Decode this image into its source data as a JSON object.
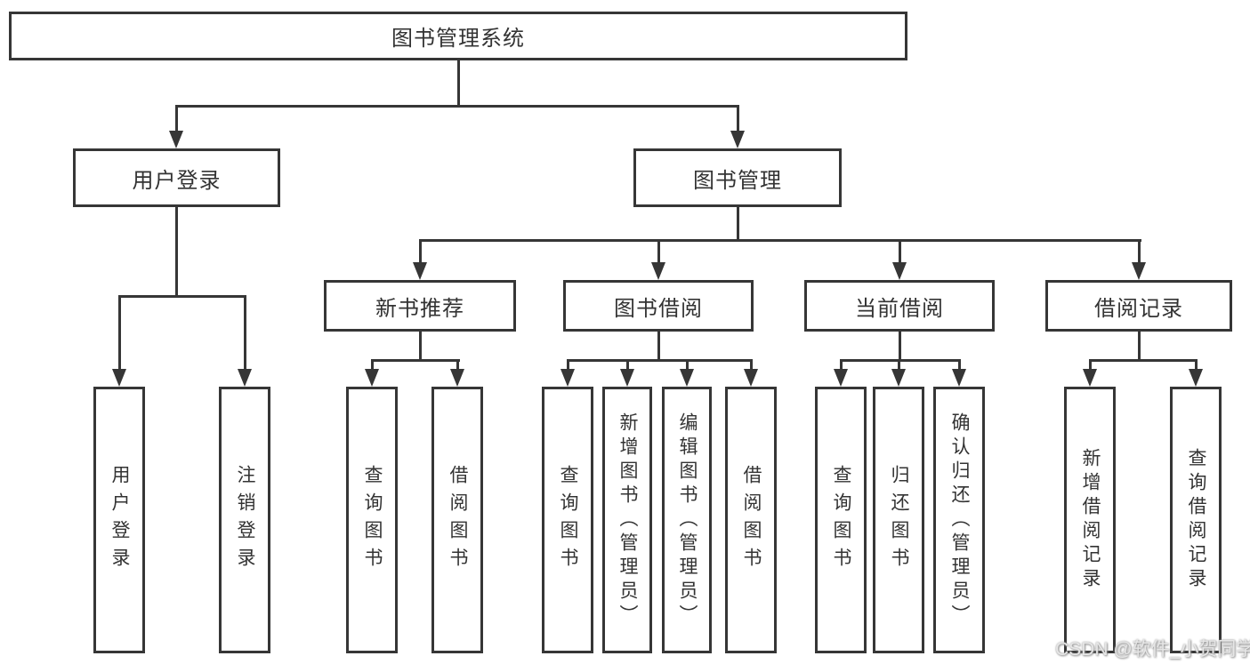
{
  "tree": {
    "label": "图书管理系统",
    "children": [
      {
        "label": "用户登录",
        "children": [
          {
            "label": "用户登录"
          },
          {
            "label": "注销登录"
          }
        ]
      },
      {
        "label": "图书管理",
        "children": [
          {
            "label": "新书推荐",
            "children": [
              {
                "label": "查询图书"
              },
              {
                "label": "借阅图书"
              }
            ]
          },
          {
            "label": "图书借阅",
            "children": [
              {
                "label": "查询图书"
              },
              {
                "label": "新增图书（管理员）"
              },
              {
                "label": "编辑图书（管理员）"
              },
              {
                "label": "借阅图书"
              }
            ]
          },
          {
            "label": "当前借阅",
            "children": [
              {
                "label": "查询图书"
              },
              {
                "label": "归还图书"
              },
              {
                "label": "确认归还（管理员）"
              }
            ]
          },
          {
            "label": "借阅记录",
            "children": [
              {
                "label": "新增借阅记录"
              },
              {
                "label": "查询借阅记录"
              }
            ]
          }
        ]
      }
    ]
  },
  "watermark": "CSDN @软件_小贺同学",
  "colors": {
    "line": "#363636",
    "box_border": "#363636",
    "text": "#333333",
    "background": "#ffffff",
    "watermark": "#e6e6e6"
  }
}
